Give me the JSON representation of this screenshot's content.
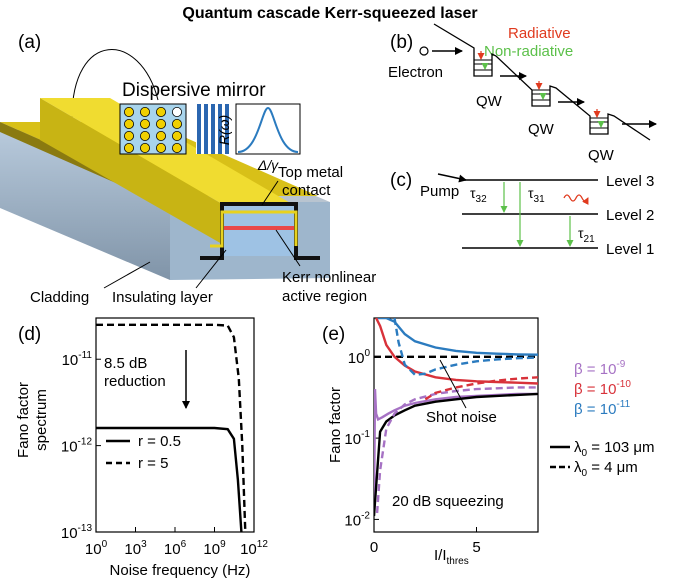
{
  "title": "Quantum cascade Kerr-squeezed laser",
  "panel_a": {
    "label": "(a)",
    "dispersive_mirror": "Dispersive mirror",
    "r_omega": "R(ω)",
    "delta_gamma": "Δ/γ",
    "top_metal_1": "Top metal",
    "top_metal_2": "contact",
    "cladding": "Cladding",
    "insulating": "Insulating layer",
    "kerr_1": "Kerr nonlinear",
    "kerr_2": "active region",
    "colors": {
      "metal": "#e8d21e",
      "substrate": "#a8c8e4",
      "active": "#e8484a",
      "hole": "#f0d000"
    }
  },
  "panel_b": {
    "label": "(b)",
    "radiative": "Radiative",
    "non_radiative": "Non-radiative",
    "electron": "Electron",
    "qw": "QW",
    "colors": {
      "radiative": "#e03a1e",
      "non_radiative": "#5cc04a"
    }
  },
  "panel_c": {
    "label": "(c)",
    "pump": "Pump",
    "levels": [
      "Level 3",
      "Level 2",
      "Level 1"
    ],
    "tau_main": [
      "τ",
      "τ",
      "τ"
    ],
    "tau_sub": [
      "32",
      "31",
      "21"
    ]
  },
  "panel_d": {
    "label": "(d)",
    "annotation_1": "8.5 dB",
    "annotation_2": "reduction",
    "ylabel_1": "Fano factor",
    "ylabel_2": "spectrum",
    "xlabel": "Noise frequency (Hz)",
    "legend": [
      "r = 0.5",
      "r = 5"
    ],
    "chart_data": {
      "type": "line",
      "xscale": "log",
      "yscale": "log",
      "xlim": [
        1,
        1000000000000.0
      ],
      "ylim": [
        1e-13,
        3e-11
      ],
      "x_ticks": [
        {
          "base": "10",
          "exp": "0",
          "v": 1
        },
        {
          "base": "10",
          "exp": "3",
          "v": 1000.0
        },
        {
          "base": "10",
          "exp": "6",
          "v": 1000000.0
        },
        {
          "base": "10",
          "exp": "9",
          "v": 1000000000.0
        },
        {
          "base": "10",
          "exp": "12",
          "v": 1000000000000.0
        }
      ],
      "y_ticks": [
        {
          "base": "10",
          "exp": "-11",
          "v": 1e-11
        },
        {
          "base": "10",
          "exp": "-12",
          "v": 1e-12
        },
        {
          "base": "10",
          "exp": "-13",
          "v": 1e-13
        }
      ],
      "series": [
        {
          "name": "r = 0.5",
          "style": "solid",
          "x": [
            1,
            1000000.0,
            1000000000.0,
            10000000000.0,
            30000000000.0,
            60000000000.0,
            110000000000.0
          ],
          "y": [
            1.6e-12,
            1.6e-12,
            1.6e-12,
            1.55e-12,
            1.2e-12,
            4e-13,
            1e-13
          ]
        },
        {
          "name": "r = 5",
          "style": "dashed",
          "x": [
            1,
            1000000.0,
            1000000000.0,
            10000000000.0,
            30000000000.0,
            70000000000.0,
            130000000000.0,
            220000000000.0
          ],
          "y": [
            2.5e-11,
            2.5e-11,
            2.5e-11,
            2.45e-11,
            1.8e-11,
            6e-12,
            1e-12,
            1e-13
          ]
        }
      ]
    }
  },
  "panel_e": {
    "label": "(e)",
    "ylabel": "Fano factor",
    "xlabel_main": "I/I",
    "xlabel_sub": "thres",
    "shot_noise": "Shot noise",
    "squeezing": "20 dB squeezing",
    "legend_beta": [
      {
        "text": "β = 10",
        "exp": "-9",
        "color": "#a672c4"
      },
      {
        "text": "β = 10",
        "exp": "-10",
        "color": "#d8323a"
      },
      {
        "text": "β = 10",
        "exp": "-11",
        "color": "#2b7bbf"
      }
    ],
    "legend_lambda": [
      {
        "sym": "λ",
        "sub": "0",
        "text": " = 103 μm",
        "style": "solid"
      },
      {
        "sym": "λ",
        "sub": "0",
        "text": " = 4 μm",
        "style": "dashed"
      }
    ],
    "chart_data": {
      "type": "line",
      "xscale": "linear",
      "yscale": "log",
      "xlim": [
        0,
        8
      ],
      "ylim": [
        0.007,
        3
      ],
      "x_ticks": [
        {
          "label": "0",
          "v": 0
        },
        {
          "label": "5",
          "v": 5
        }
      ],
      "y_ticks": [
        {
          "base": "10",
          "exp": "0",
          "v": 1
        },
        {
          "base": "10",
          "exp": "-1",
          "v": 0.1
        },
        {
          "base": "10",
          "exp": "-2",
          "v": 0.01
        }
      ],
      "series": [
        {
          "name": "shot noise",
          "color": "#000000",
          "style": "dashed",
          "x": [
            0,
            8
          ],
          "y": [
            1.0,
            1.0
          ]
        },
        {
          "name": "blue solid",
          "color": "#2b7bbf",
          "style": "solid",
          "x": [
            0.1,
            0.3,
            0.6,
            1.0,
            1.5,
            2.0,
            3.0,
            4.0,
            5.0,
            6.0,
            7.0,
            8.0
          ],
          "y": [
            3,
            3,
            3,
            2.7,
            1.9,
            1.55,
            1.3,
            1.18,
            1.12,
            1.09,
            1.07,
            1.06
          ]
        },
        {
          "name": "red solid",
          "color": "#d8323a",
          "style": "solid",
          "x": [
            0.1,
            0.3,
            0.6,
            1.0,
            1.5,
            2.0,
            3.0,
            4.0,
            5.0,
            6.0,
            7.0,
            8.0
          ],
          "y": [
            3,
            2.4,
            1.4,
            1.0,
            0.78,
            0.66,
            0.56,
            0.52,
            0.5,
            0.49,
            0.48,
            0.47
          ]
        },
        {
          "name": "purple solid",
          "color": "#a672c4",
          "style": "solid",
          "x": [
            0.0,
            0.05,
            0.1,
            0.2,
            0.4,
            0.7,
            1.0,
            1.5,
            2.0,
            3.0,
            4.0,
            5.0,
            6.0,
            7.0,
            8.0
          ],
          "y": [
            0.012,
            0.4,
            0.2,
            0.17,
            0.18,
            0.2,
            0.22,
            0.25,
            0.27,
            0.3,
            0.32,
            0.33,
            0.34,
            0.35,
            0.35
          ]
        },
        {
          "name": "black solid",
          "color": "#000000",
          "style": "solid",
          "x": [
            0.0,
            0.3,
            0.6,
            1.0,
            1.5,
            2.0,
            3.0,
            4.0,
            5.0,
            6.0,
            7.0,
            8.0
          ],
          "y": [
            0.011,
            0.12,
            0.16,
            0.19,
            0.22,
            0.25,
            0.28,
            0.3,
            0.32,
            0.33,
            0.34,
            0.35
          ]
        },
        {
          "name": "blue dashed",
          "color": "#2b7bbf",
          "style": "dashed",
          "x": [
            1.0,
            1.2,
            1.5,
            2.0,
            2.5,
            3.0,
            4.0,
            5.0,
            6.0,
            7.0,
            8.0
          ],
          "y": [
            3,
            1.5,
            0.8,
            0.6,
            0.62,
            0.7,
            0.8,
            0.88,
            0.93,
            0.96,
            0.98
          ]
        },
        {
          "name": "purple dashed",
          "color": "#a672c4",
          "style": "dashed",
          "x": [
            0.15,
            0.3,
            0.6,
            1.0,
            1.5,
            2.0,
            3.0,
            4.0,
            5.0,
            6.0,
            7.0,
            8.0
          ],
          "y": [
            0.012,
            0.04,
            0.13,
            0.2,
            0.26,
            0.3,
            0.35,
            0.38,
            0.4,
            0.41,
            0.42,
            0.42
          ]
        },
        {
          "name": "red dashed",
          "color": "#d8323a",
          "style": "dashed",
          "x": [
            2.5,
            3.0,
            4.0,
            5.0,
            6.0,
            7.0,
            8.0
          ],
          "y": [
            0.3,
            0.36,
            0.42,
            0.47,
            0.51,
            0.54,
            0.56
          ]
        }
      ]
    }
  }
}
